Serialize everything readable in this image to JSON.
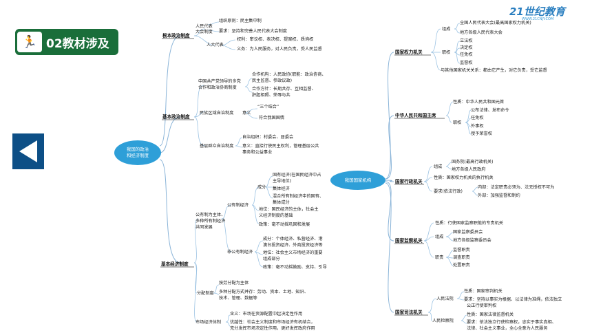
{
  "header": {
    "badge_number": "02",
    "badge_title": "教材涉及",
    "logo": "21世纪教育",
    "logo_sub": "WWW.21CNJY.COM"
  },
  "left": {
    "root": {
      "line1": "我国的政治",
      "line2": "和经济制度"
    },
    "root_sys": {
      "title": "根本政治制度",
      "group1": {
        "line1": "人民代表",
        "line2": "大会制度"
      },
      "items": [
        "组织原则：民主集中制",
        "要求：坚持和完善人民代表大会制度"
      ],
      "delegate": "人大代表",
      "delegate_items": [
        "权利：审议权、表决权、提案权、质询权",
        "义务：为人民服务，对人民负责，受人民监督"
      ]
    },
    "basic_sys": {
      "title": "基本政治制度",
      "cpc": {
        "line1": "中国共产党领导的多党",
        "line2": "合作和政治协商制度"
      },
      "cpc_items": [
        "合作机构：人民政协(职能：政治协商、",
        "民主监督、参政议政)",
        "合作方针：长期共存、互相监督、",
        "肝胆相照、荣辱与共"
      ],
      "regional": "民族区域自治制度",
      "meaning": "意义",
      "unity1": "“三个结合”",
      "unity2": "符合我国国情",
      "grassroots": "基层群众自治制度",
      "grass_items": [
        "自治组织：村委会、居委会",
        "意义：直接行使民主权利，管理基层公共",
        "事务和公益事业"
      ]
    },
    "econ_sys": {
      "title": "基本经济制度",
      "ownership": {
        "line1": "公有制为主体、",
        "line2": "多种所有制经济",
        "line3": "共同发展"
      },
      "public": "公有制经济",
      "composition": "成分",
      "public_items": [
        "国有经济(在国民经济中占",
        "主导地位)",
        "集体经济",
        "混合所有制经济中的国有、",
        "集体成分"
      ],
      "public_status": [
        "地位：国民经济的主体，社会主",
        "义经济制度的基础"
      ],
      "public_policy": "政策：毫不动摇巩固和发展",
      "nonpublic": "非公有制经济",
      "nonpublic_items": [
        "成分：个体经济、私营经济、港",
        "澳台投资经济、外商投资经济等",
        "地位：社会主义市场经济的重要",
        "组成部分",
        "政策：毫不动摇鼓励、支持、引导"
      ],
      "distribution": "分配制度",
      "dist_items": [
        "按劳分配为主体",
        "多种分配方式并存：劳动、资本、土地、知识、",
        "技术、管理、数据等"
      ],
      "market": "市场经济体制",
      "market_items": [
        "含义：市场在资源配置中起决定性作用",
        "优越性：社会主义制度和市场经济有机结合，",
        "充分发挥市场决定性作用，更好发挥政府作用"
      ]
    }
  },
  "right": {
    "root": "我国国家机构",
    "npc": {
      "title": "国家权力机关",
      "composition": "组成",
      "comp_items": [
        "全国人民代表大会(最高国家权力机关)",
        "地方各级人民代表大会"
      ],
      "power": "职权",
      "powers": [
        "立法权",
        "决定权",
        "任免权",
        "监督权"
      ],
      "relation": "与其他国家机关关系：都由它产生，对它负责，受它监督"
    },
    "president": {
      "title": "中华人民共和国主席",
      "nature": "性质：中华人民共和国元首",
      "power": "职权",
      "powers": [
        "公布法律、发布命令",
        "任免权",
        "外事权",
        "授予荣誉权"
      ]
    },
    "executive": {
      "title": "国家行政机关",
      "composition": "组成",
      "comp_items": [
        "国务院(最高行政机关)",
        "地方各级人民政府"
      ],
      "nature": "性质：国家权力机关的执行机关",
      "req": "要求(依法行政)",
      "req_items": [
        "内部：法定职责必须为、法无授权不可为",
        "外部：加强监督和制约"
      ]
    },
    "supervisory": {
      "title": "国家监察机关",
      "nature": "性质：行使国家监察职能的专责机关",
      "composition": "组成",
      "comp_items": [
        "国家监察委员会",
        "地方各级监察委员会"
      ],
      "duty": "职责",
      "duties": [
        "监督职责",
        "调查职责",
        "处置职责"
      ]
    },
    "judicial": {
      "title": "国家司法机关",
      "court": "人民法院",
      "court_items": [
        "性质：国家审判机关",
        "要求：坚持以事实为根据、以法律为准绳，依法独立",
        "公正行使审判权"
      ],
      "procuratorate": "人民检察院",
      "proc_items": [
        "性质：国家法律监督机关",
        "要求：依法独立行使检察权，忠实于事实真相、",
        "法律、社会主义事业，全心全意为人民服务"
      ]
    }
  }
}
